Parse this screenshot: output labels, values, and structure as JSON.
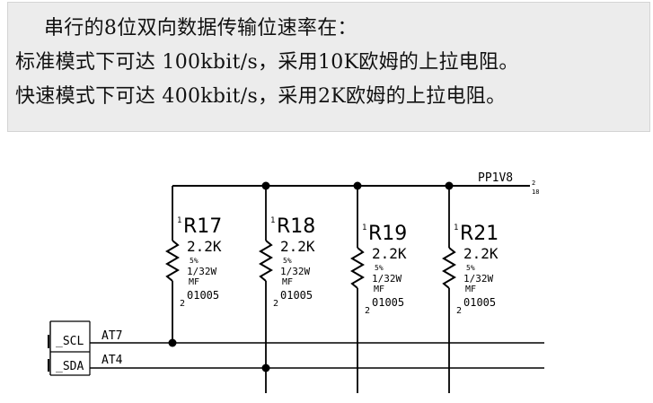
{
  "note": {
    "line1": "串行的8位双向数据传输位速率在：",
    "line2": "标准模式下可达 100kbit/s，采用10K欧姆的上拉电阻。",
    "line3": "快速模式下可达 400kbit/s，采用2K欧姆的上拉电阻。"
  },
  "schematic": {
    "rail_label": "PP1V8",
    "rail_ref_top": "2",
    "rail_ref_bottom": "18",
    "signals": [
      {
        "port": "_SCL",
        "net": "AT7"
      },
      {
        "port": "_SDA",
        "net": "AT4"
      }
    ],
    "resistors": [
      {
        "pin1": "1",
        "ref": "R17",
        "value": "2.2K",
        "tol": "5%",
        "power": "1/32W",
        "type": "MF",
        "pin2": "2",
        "pkg": "01005"
      },
      {
        "pin1": "1",
        "ref": "R18",
        "value": "2.2K",
        "tol": "5%",
        "power": "1/32W",
        "type": "MF",
        "pin2": "2",
        "pkg": "01005"
      },
      {
        "pin1": "1",
        "ref": "R19",
        "value": "2.2K",
        "tol": "5%",
        "power": "1/32W",
        "type": "MF",
        "pin2": "2",
        "pkg": "01005"
      },
      {
        "pin1": "1",
        "ref": "R21",
        "value": "2.2K",
        "tol": "5%",
        "power": "1/32W",
        "type": "MF",
        "pin2": "2",
        "pkg": "01005"
      }
    ]
  }
}
